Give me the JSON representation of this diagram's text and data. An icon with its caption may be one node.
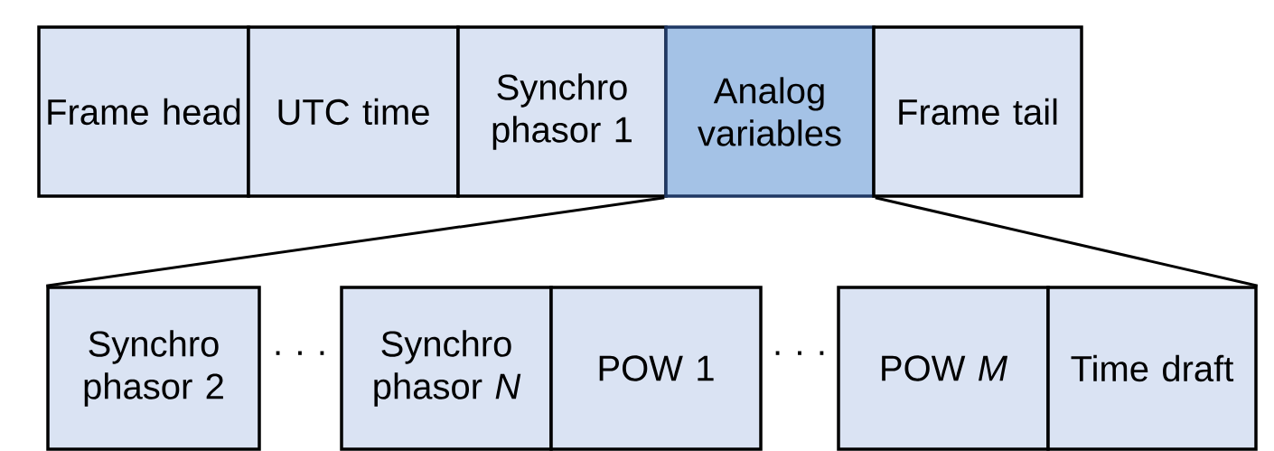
{
  "diagram": {
    "nodes": [
      {
        "text": [
          "Frame head"
        ]
      },
      {
        "text": [
          "UTC time"
        ]
      },
      {
        "text": [
          "Synchro phasor 1"
        ]
      },
      {
        "text": [
          "Analog variables"
        ]
      },
      {
        "text": [
          "Frame tail"
        ]
      },
      {
        "text": [
          "Synchro phasor 2"
        ]
      },
      {
        "text": [
          "Synchro phasor *N*"
        ]
      },
      {
        "text": [
          "POW 1"
        ]
      },
      {
        "text": [
          "POW *M*"
        ]
      },
      {
        "text": [
          "Time draft"
        ]
      }
    ],
    "edges": [
      {
        "from": 3,
        "to": 5,
        "arrow": "none"
      },
      {
        "from": 3,
        "to": 9,
        "arrow": "none"
      }
    ],
    "labels": [
      "· · ·",
      "· · ·"
    ]
  }
}
